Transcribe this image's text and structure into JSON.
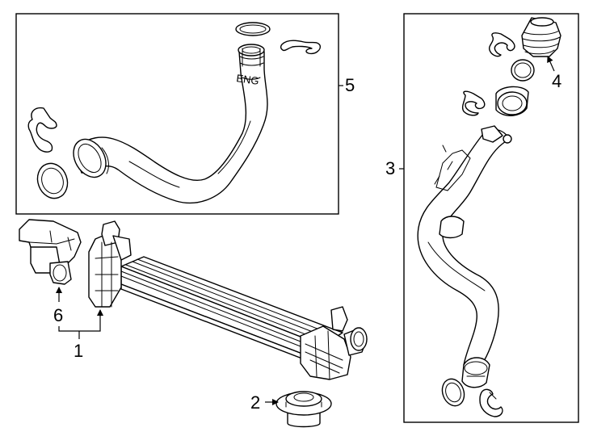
{
  "callouts": {
    "c1": "1",
    "c2": "2",
    "c3": "3",
    "c4": "4",
    "c5": "5",
    "c6": "6"
  },
  "hose_stamp": "ENG",
  "colors": {
    "line": "#000000",
    "background": "#ffffff"
  }
}
